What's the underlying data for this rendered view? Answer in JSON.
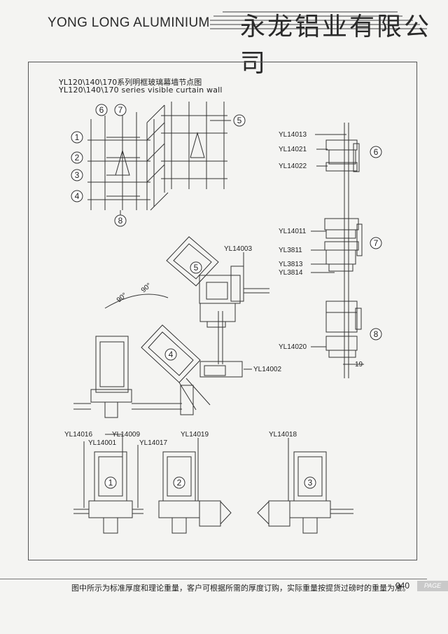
{
  "header": {
    "brand_en": "YONG LONG ALUMINIUM",
    "brand_cn": "永龙铝业有限公司"
  },
  "title": {
    "cn": "YL120\\140\\170系列明框玻璃幕墙节点图",
    "en": "YL120\\140\\170 series  visible  curtain wall"
  },
  "callouts": [
    "1",
    "2",
    "3",
    "4",
    "5",
    "6",
    "7",
    "8"
  ],
  "part_labels": {
    "yl14013": "YL14013",
    "yl14021": "YL14021",
    "yl14022": "YL14022",
    "yl14011": "YL14011",
    "yl3811": "YL3811",
    "yl3813": "YL3813",
    "yl3814": "YL3814",
    "yl14020": "YL14020",
    "yl14003": "YL14003",
    "yl14002": "YL14002",
    "yl14016": "YL14016",
    "yl14009": "YL14009",
    "yl14001": "YL14001",
    "yl14017": "YL14017",
    "yl14019": "YL14019",
    "yl14018": "YL14018"
  },
  "annotations": {
    "angle_a": "90°",
    "angle_b": "90°",
    "dim_19": "19"
  },
  "footer": {
    "note": "图中所示为标准厚度和理论重量，客户可根据所需的厚度订购，实际重量按提货过磅时的重量为准。",
    "page_number": "040",
    "page_tag": "PAGE"
  }
}
